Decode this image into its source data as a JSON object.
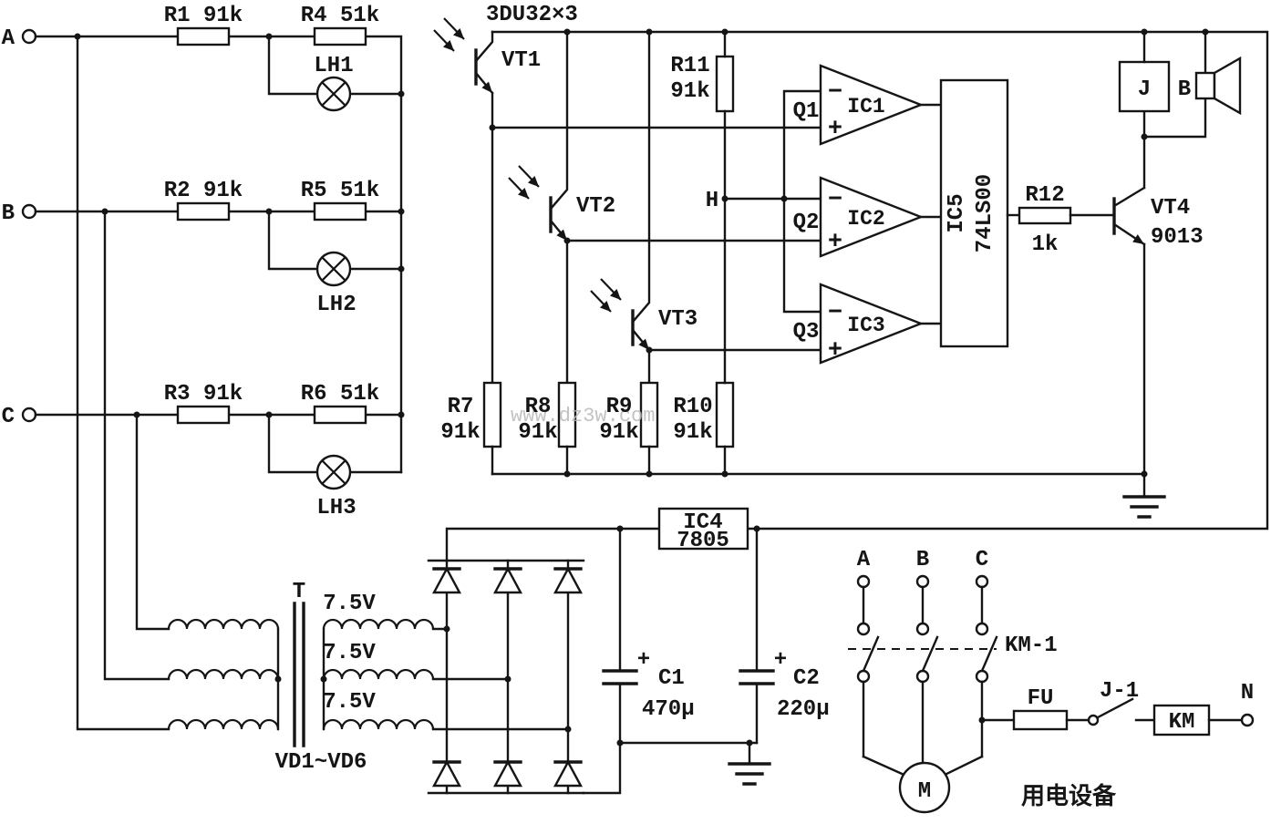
{
  "watermark": "www.dz3w.com",
  "sensing": {
    "phase_a": "A",
    "phase_b": "B",
    "phase_c": "C",
    "r1": "R1 91k",
    "r4": "R4 51k",
    "r2": "R2 91k",
    "r5": "R5 51k",
    "r3": "R3 91k",
    "r6": "R6 51k",
    "lh1": "LH1",
    "lh2": "LH2",
    "lh3": "LH3",
    "photo_type": "3DU32×3",
    "vt1": "VT1",
    "vt2": "VT2",
    "vt3": "VT3",
    "r7": "R7",
    "r7_v": "91k",
    "r8": "R8",
    "r8_v": "91k",
    "r9": "R9",
    "r9_v": "91k",
    "r10": "R10",
    "r10_v": "91k",
    "r11": "R11",
    "r11_v": "91k"
  },
  "comparators": {
    "minus": "−",
    "plus": "+",
    "ref": "H",
    "q1": "Q1",
    "q2": "Q2",
    "q3": "Q3",
    "ic1": "IC1",
    "ic2": "IC2",
    "ic3": "IC3"
  },
  "logic": {
    "name": "IC5",
    "part": "74LS00"
  },
  "driver": {
    "r12": "R12",
    "r12_v": "1k",
    "vt4": "VT4",
    "vt4_part": "9013",
    "relay": "J",
    "sounder": "B"
  },
  "power": {
    "transformer": "T",
    "winding_v": "7.5V",
    "rectifier": "VD1~VD6",
    "reg_name": "IC4",
    "reg_part": "7805",
    "c1": "C1",
    "c1_v": "470μ",
    "c2": "C2",
    "c2_v": "220μ",
    "polarity": "+"
  },
  "load": {
    "phase_a": "A",
    "phase_b": "B",
    "phase_c": "C",
    "contacts": "KM-1",
    "fuse": "FU",
    "aux": "J-1",
    "coil": "KM",
    "neutral": "N",
    "motor": "M",
    "caption": "用电设备"
  }
}
